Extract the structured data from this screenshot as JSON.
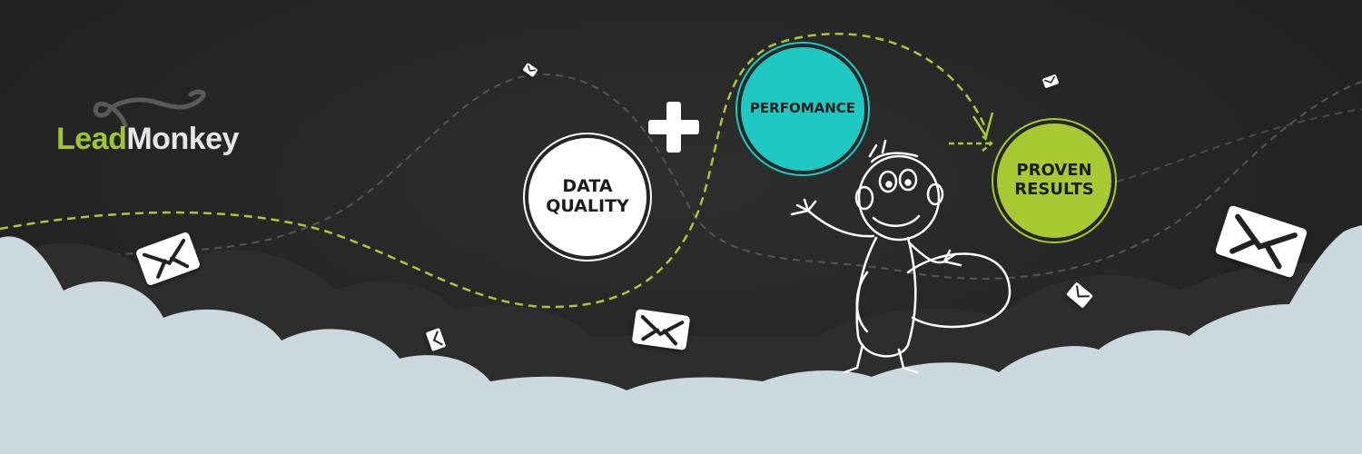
{
  "logo": {
    "part1": "Lead",
    "part2": "Monkey"
  },
  "circles": {
    "data_quality": {
      "line1": "DATA",
      "line2": "QUALITY"
    },
    "performance": {
      "line1": "PERFOMANCE"
    },
    "proven_results": {
      "line1": "PROVEN",
      "line2": "RESULTS"
    }
  },
  "icons": [
    "plus-icon",
    "envelope-icon",
    "monkey-illustration",
    "cloud-shape"
  ],
  "colors": {
    "background": "#262626",
    "green": "#a8c932",
    "teal": "#1fc9c3",
    "white": "#ffffff",
    "cloud": "#cbd9df"
  }
}
